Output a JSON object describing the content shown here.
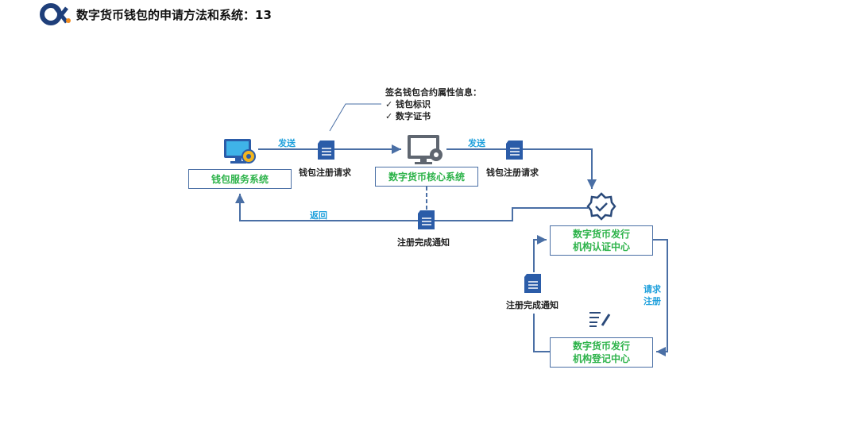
{
  "title": "数字货币钱包的申请方法和系统：13",
  "annotation": {
    "heading": "签名钱包合约属性信息：",
    "items": [
      "✓  钱包标识",
      "✓  数字证书"
    ]
  },
  "nodes": {
    "wallet_service": "钱包服务系统",
    "core_system": "数字货币核心系统",
    "cert_center_l1": "数字货币发行",
    "cert_center_l2": "机构认证中心",
    "reg_center_l1": "数字货币发行",
    "reg_center_l2": "机构登记中心"
  },
  "edges": {
    "send1": "发送",
    "send2": "发送",
    "req1": "钱包注册请求",
    "req2": "钱包注册请求",
    "return": "返回",
    "notice1": "注册完成通知",
    "notice2": "注册完成通知",
    "request_reg_l1": "请求",
    "request_reg_l2": "注册"
  },
  "colors": {
    "line": "#4a6fa5",
    "doc": "#2b5ca8",
    "node_text": "#2db34a",
    "edge_text": "#1ea0dc"
  }
}
